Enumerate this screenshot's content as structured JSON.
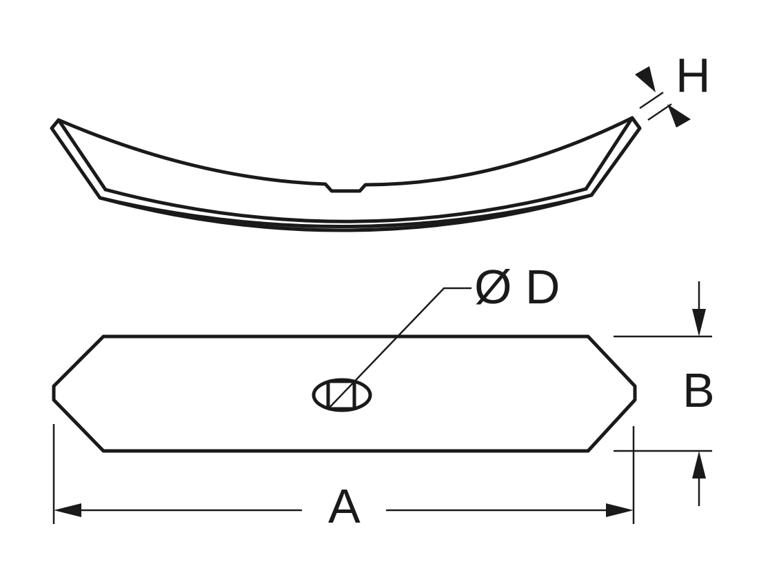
{
  "labels": {
    "diameter": "Ø D",
    "height": "H",
    "width": "B",
    "length": "A"
  },
  "colors": {
    "line": "#1a1a1a",
    "background": "#ffffff"
  }
}
